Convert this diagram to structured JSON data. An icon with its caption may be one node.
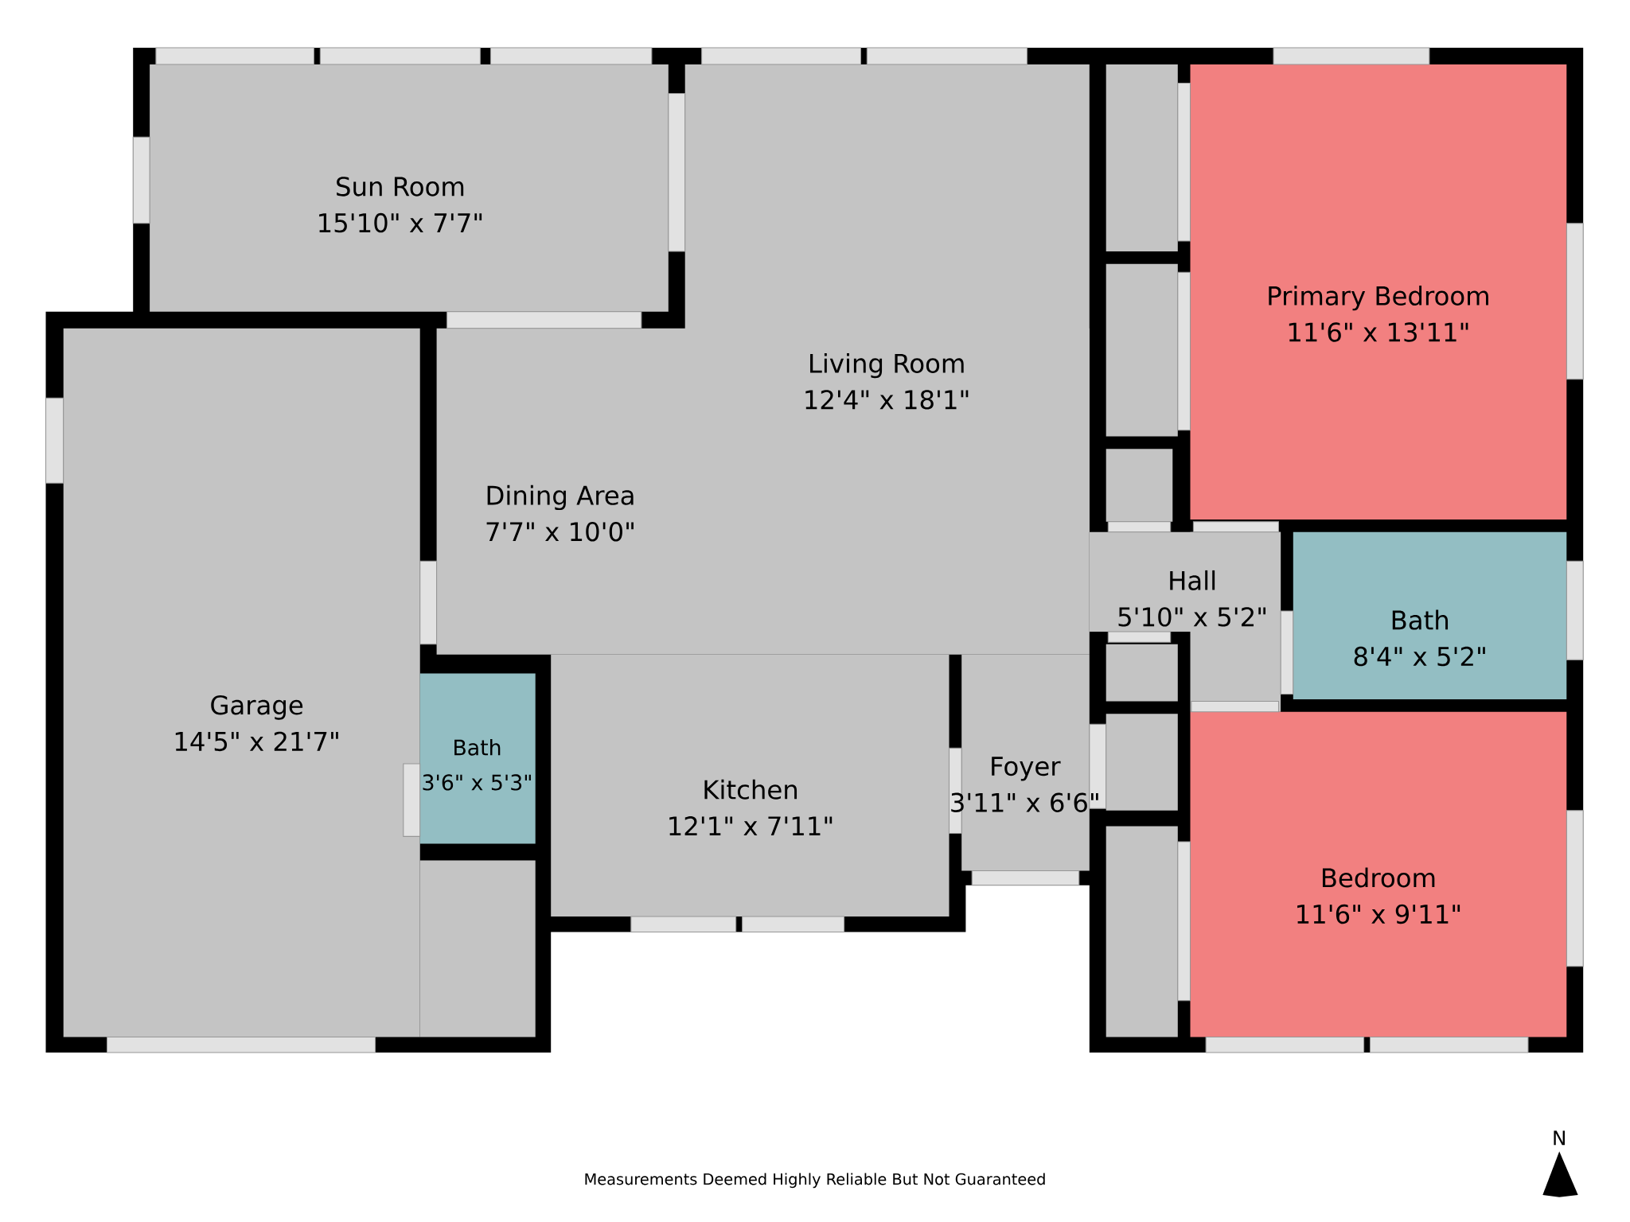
{
  "diagram": {
    "nodes": [
      {
        "text": [
          "Sun Room",
          "15'10\" x 7'7\""
        ]
      },
      {
        "text": [
          "Living Room",
          "12'4\" x 18'1\""
        ]
      },
      {
        "text": [
          "Primary Bedroom",
          "11'6\" x 13'11\""
        ]
      },
      {
        "text": [
          "Dining Area",
          "7'7\" x 10'0\""
        ]
      },
      {
        "text": [
          "Hall",
          "5'10\" x 5'2\""
        ]
      },
      {
        "text": [
          "Bath",
          "8'4\" x 5'2\""
        ]
      },
      {
        "text": [
          "Garage",
          "14'5\" x 21'7\""
        ]
      },
      {
        "text": [
          "Bath",
          "3'6\" x 5'3\""
        ]
      },
      {
        "text": [
          "Foyer",
          "3'11\" x 6'6\""
        ]
      },
      {
        "text": [
          "Kitchen",
          "12'1\" x 7'11\""
        ]
      },
      {
        "text": [
          "Bedroom",
          "11'6\" x 9'11\""
        ]
      }
    ],
    "labels": [
      "N",
      "Measurements Deemed Highly Reliable But Not Guaranteed"
    ]
  }
}
